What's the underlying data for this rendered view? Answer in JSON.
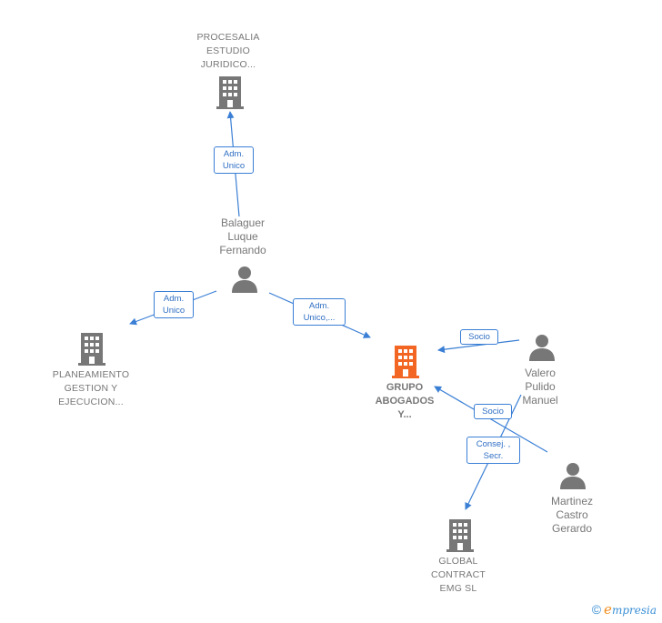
{
  "nodes": {
    "procesalia": {
      "label": "PROCESALIA\nESTUDIO\nJURIDICO...",
      "color": "#777777"
    },
    "planeamiento": {
      "label": "PLANEAMIENTO\nGESTION Y\nEJECUCION...",
      "color": "#777777"
    },
    "grupo": {
      "label": "GRUPO\nABOGADOS\nY...",
      "color": "#f26522"
    },
    "global": {
      "label": "GLOBAL\nCONTRACT\nEMG SL",
      "color": "#777777"
    },
    "balaguer": {
      "label": "Balaguer\nLuque\nFernando"
    },
    "valero": {
      "label": "Valero\nPulido\nManuel"
    },
    "martinez": {
      "label": "Martinez\nCastro\nGerardo"
    }
  },
  "relations": {
    "adm_unico_procesalia": "Adm.\nUnico",
    "adm_unico_planeamiento": "Adm.\nUnico",
    "adm_unico_grupo": "Adm.\nUnico,...",
    "socio_valero": "Socio",
    "socio_martinez": "Socio",
    "consej_secr": "Consej. ,\nSecr."
  },
  "footer": {
    "symbol": "©",
    "e": "e",
    "brand": "mpresia"
  },
  "colors": {
    "edge": "#3a7fd5",
    "icon": "#777777",
    "focus": "#f26522"
  }
}
